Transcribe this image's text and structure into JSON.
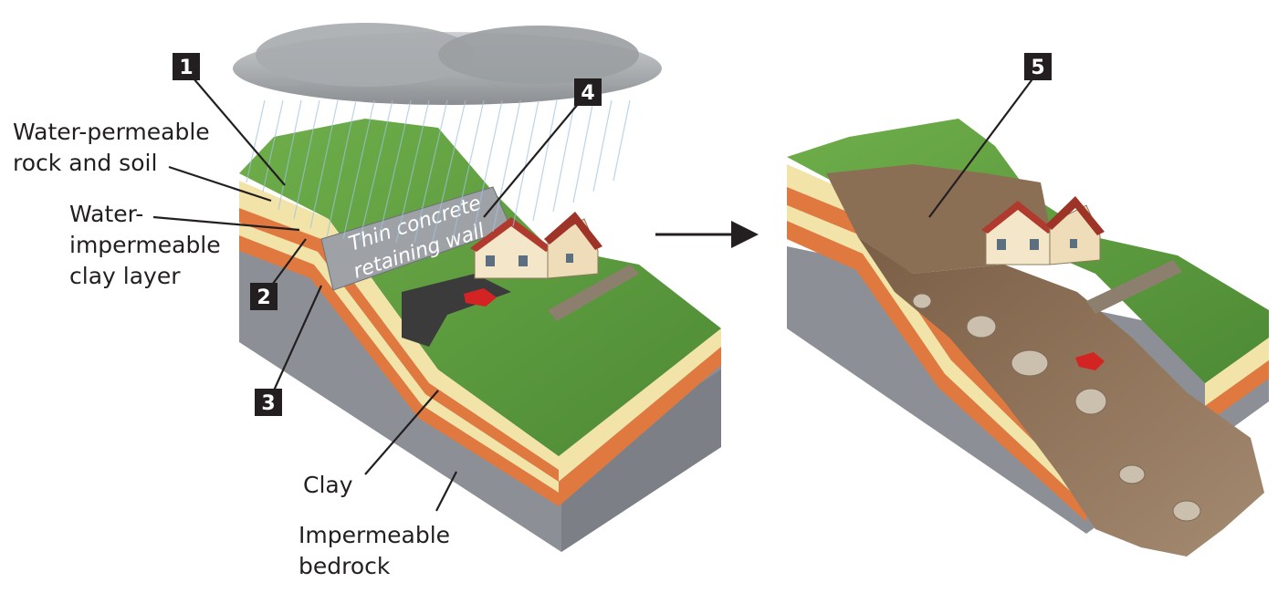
{
  "labels": {
    "permeable_line1": "Water-permeable",
    "permeable_line2": "rock and soil",
    "clay_layer_line1": "Water-",
    "clay_layer_line2": "impermeable",
    "clay_layer_line3": "clay layer",
    "clay": "Clay",
    "bedrock_line1": "Impermeable",
    "bedrock_line2": "bedrock",
    "wall_line1": "Thin concrete",
    "wall_line2": "retaining wall"
  },
  "markers": [
    "1",
    "2",
    "3",
    "4",
    "5"
  ],
  "colors": {
    "grass": "#5b9a3e",
    "sand": "#f2e3a8",
    "clay": "#e0793f",
    "bedrock": "#8c9096",
    "debris": "#8a6f55",
    "marker_bg": "#231f20"
  }
}
